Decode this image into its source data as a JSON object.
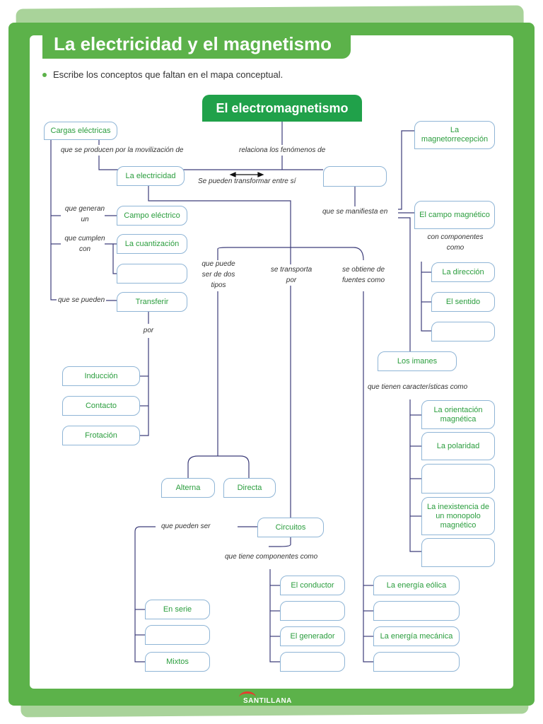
{
  "header": {
    "title": "La electricidad y el magnetismo",
    "instruction": "Escribe los conceptos que faltan en el mapa conceptual."
  },
  "map": {
    "root": "El electromagnetismo",
    "nodes": {
      "cargas": "Cargas eléctricas",
      "electricidad": "La electricidad",
      "blank_magnetismo": "",
      "magnetorrecepcion": "La magnetorrecepción",
      "campo_magnetico": "El campo magnético",
      "campo_electrico": "Campo eléctrico",
      "cuantizacion": "La cuantización",
      "blank_conservacion": "",
      "transferir": "Transferir",
      "induccion": "Inducción",
      "contacto": "Contacto",
      "frotacion": "Frotación",
      "direccion": "La dirección",
      "sentido": "El sentido",
      "blank_intensidad": "",
      "imanes": "Los imanes",
      "orientacion": "La orientación magnética",
      "polaridad": "La polaridad",
      "blank_atraccion": "",
      "monopolo": "La inexistencia de un monopolo magnético",
      "blank_caracteristica": "",
      "alterna": "Alterna",
      "directa": "Directa",
      "circuitos": "Circuitos",
      "en_serie": "En serie",
      "blank_paralelo": "",
      "mixtos": "Mixtos",
      "conductor": "El conductor",
      "blank_componente1": "",
      "generador": "El generador",
      "blank_componente2": "",
      "eolica": "La energía eólica",
      "blank_fuente": "",
      "mecanica": "La energía mecánica",
      "blank_fuente2": ""
    },
    "links": {
      "producen": "que se producen por la movilización de",
      "relaciona": "relaciona los fenómenos de",
      "transformar": "Se pueden transformar entre sí",
      "manifiesta": "que se manifiesta en",
      "generan_1": "que generan",
      "generan_2": "un",
      "cumplen_1": "que cumplen",
      "cumplen_2": "con",
      "pueden": "que se pueden",
      "por": "por",
      "componentes_1": "con componentes",
      "componentes_2": "como",
      "dos_tipos_1": "que puede",
      "dos_tipos_2": "ser de dos",
      "dos_tipos_3": "tipos",
      "transporta_1": "se transporta",
      "transporta_2": "por",
      "fuentes_1": "se obtiene de",
      "fuentes_2": "fuentes como",
      "caracteristicas": "que tienen características como",
      "pueden_ser": "que pueden ser",
      "tiene_componentes": "que tiene componentes como"
    }
  },
  "footer": {
    "brand": "SANTILLANA"
  },
  "colors": {
    "accent": "#5cb24a",
    "root": "#20a14a",
    "node_text": "#2a9d3d",
    "node_border": "#8fb5d6",
    "line": "#3d3d7a"
  }
}
